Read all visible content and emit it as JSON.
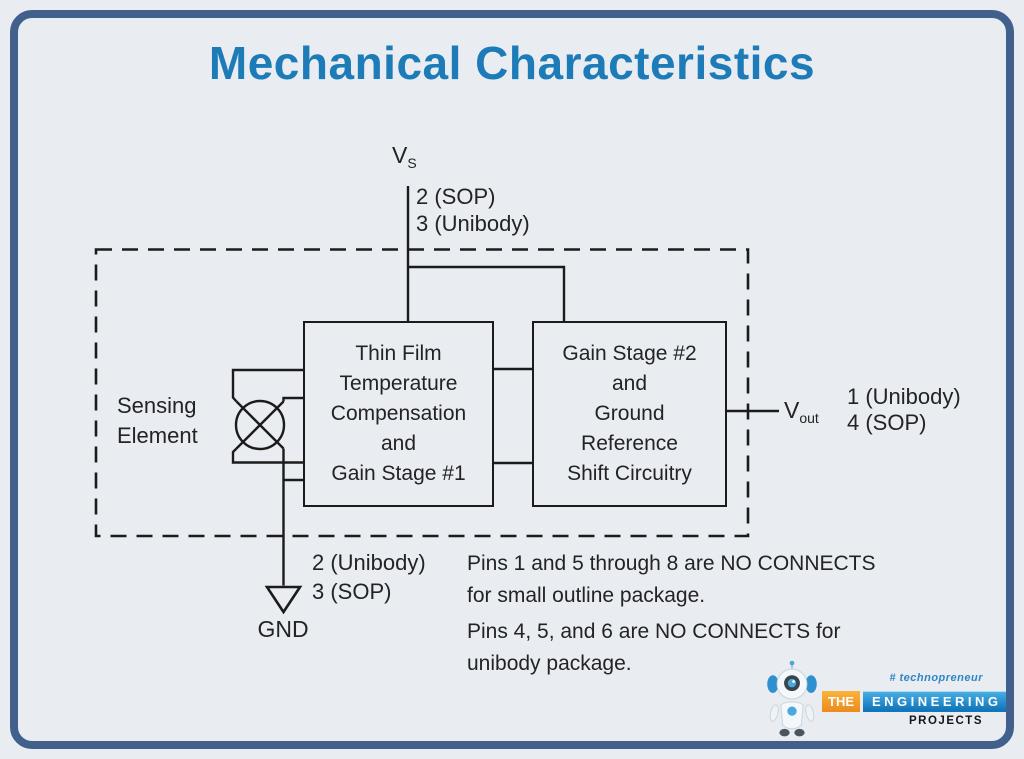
{
  "page": {
    "title": "Mechanical Characteristics"
  },
  "diagram": {
    "vs": {
      "letter": "V",
      "sub": "S",
      "pin_line1": "2 (SOP)",
      "pin_line2": "3 (Unibody)"
    },
    "sensing_element": {
      "line1": "Sensing",
      "line2": "Element"
    },
    "box1": {
      "lines": [
        "Thin Film",
        "Temperature",
        "Compensation",
        "and",
        "Gain Stage #1"
      ]
    },
    "box2": {
      "lines": [
        "Gain Stage #2",
        "and",
        "Ground",
        "Reference",
        "Shift Circuitry"
      ]
    },
    "vout": {
      "letter": "V",
      "sub": "out",
      "pin_line1": "1 (Unibody)",
      "pin_line2": "4 (SOP)"
    },
    "gnd": {
      "pin_line1": "2 (Unibody)",
      "pin_line2": "3 (SOP)",
      "label": "GND"
    },
    "notes": {
      "note1_line1": "Pins 1 and 5 through 8 are NO CONNECTS",
      "note1_line2": "for small outline package.",
      "note2_line1": "Pins 4, 5, and 6 are NO CONNECTS for",
      "note2_line2": "unibody package."
    }
  },
  "logo": {
    "tagline": "# technopreneur",
    "word_the": "THE",
    "word_engineering": "ENGINEERING",
    "word_projects": "PROJECTS"
  },
  "colors": {
    "background": "#e9edf2",
    "frame": "#41608c",
    "title": "#1d7cb8",
    "line": "#1b1b1b",
    "logo_orange": "#ee8a1f",
    "logo_blue": "#1276ba",
    "tagline_blue": "#2e86c5"
  }
}
